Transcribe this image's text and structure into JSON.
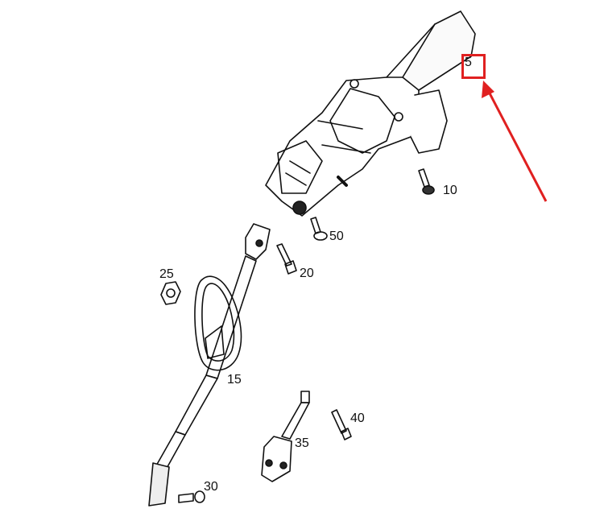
{
  "diagram": {
    "type": "exploded-parts-view",
    "subject": "steering column assembly",
    "highlight_color": "#e02020",
    "line_color": "#111111",
    "parts": [
      {
        "id": "5",
        "label": "5",
        "name": "steering column (upper)",
        "highlighted": true
      },
      {
        "id": "10",
        "label": "10",
        "name": "bolt"
      },
      {
        "id": "15",
        "label": "15",
        "name": "intermediate shaft with boot"
      },
      {
        "id": "20",
        "label": "20",
        "name": "bolt"
      },
      {
        "id": "25",
        "label": "25",
        "name": "nut"
      },
      {
        "id": "30",
        "label": "30",
        "name": "bolt"
      },
      {
        "id": "35",
        "label": "35",
        "name": "universal joint shaft"
      },
      {
        "id": "40",
        "label": "40",
        "name": "bolt"
      },
      {
        "id": "50",
        "label": "50",
        "name": "bolt"
      }
    ],
    "callout": {
      "target": "5",
      "shape": "red-box-with-arrow"
    }
  }
}
